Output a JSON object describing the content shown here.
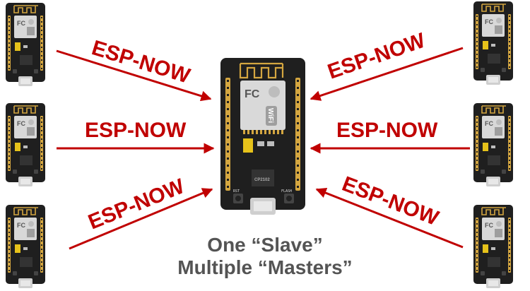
{
  "protocol_label": "ESP-NOW",
  "caption": {
    "line1": "One “Slave”",
    "line2": "Multiple “Masters”"
  },
  "center_board": {
    "role": "slave",
    "chip_marks": [
      "FC",
      "WiFi"
    ],
    "button_labels": [
      "RST",
      "FLASH"
    ],
    "usb_chip": "CP2102"
  },
  "master_boards": [
    {
      "id": "master-top-left",
      "side": "left",
      "row": 1
    },
    {
      "id": "master-middle-left",
      "side": "left",
      "row": 2
    },
    {
      "id": "master-bottom-left",
      "side": "left",
      "row": 3
    },
    {
      "id": "master-top-right",
      "side": "right",
      "row": 1
    },
    {
      "id": "master-middle-right",
      "side": "right",
      "row": 2
    },
    {
      "id": "master-bottom-right",
      "side": "right",
      "row": 3
    }
  ],
  "colors": {
    "arrow": "#c00000",
    "board": "#1f1f1f",
    "antenna": "#d4a640",
    "header": "#d4a640",
    "caption": "#545454"
  }
}
